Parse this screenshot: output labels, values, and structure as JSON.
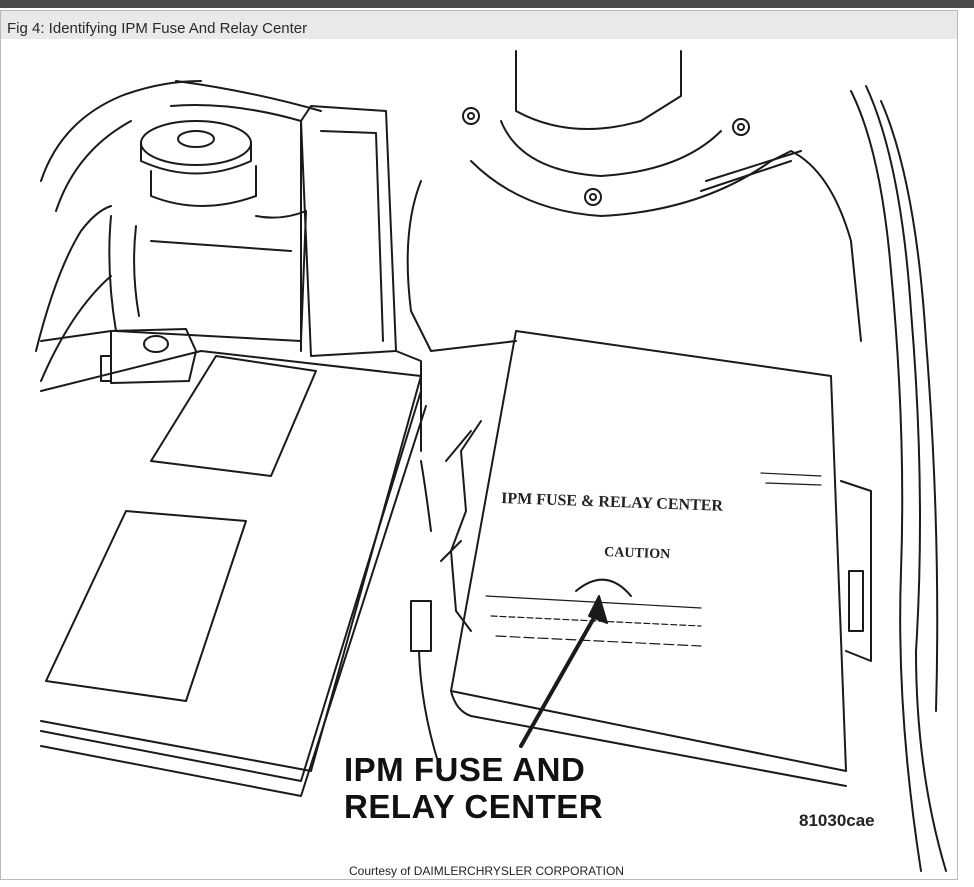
{
  "caption": "Fig 4: Identifying IPM Fuse And Relay Center",
  "callout": {
    "line1": "IPM FUSE AND",
    "line2": "RELAY CENTER"
  },
  "box_print": {
    "title": "IPM FUSE & RELAY CENTER",
    "caution": "CAUTION"
  },
  "figure_code": "81030cae",
  "credit": "Courtesy of DAIMLERCHRYSLER CORPORATION"
}
